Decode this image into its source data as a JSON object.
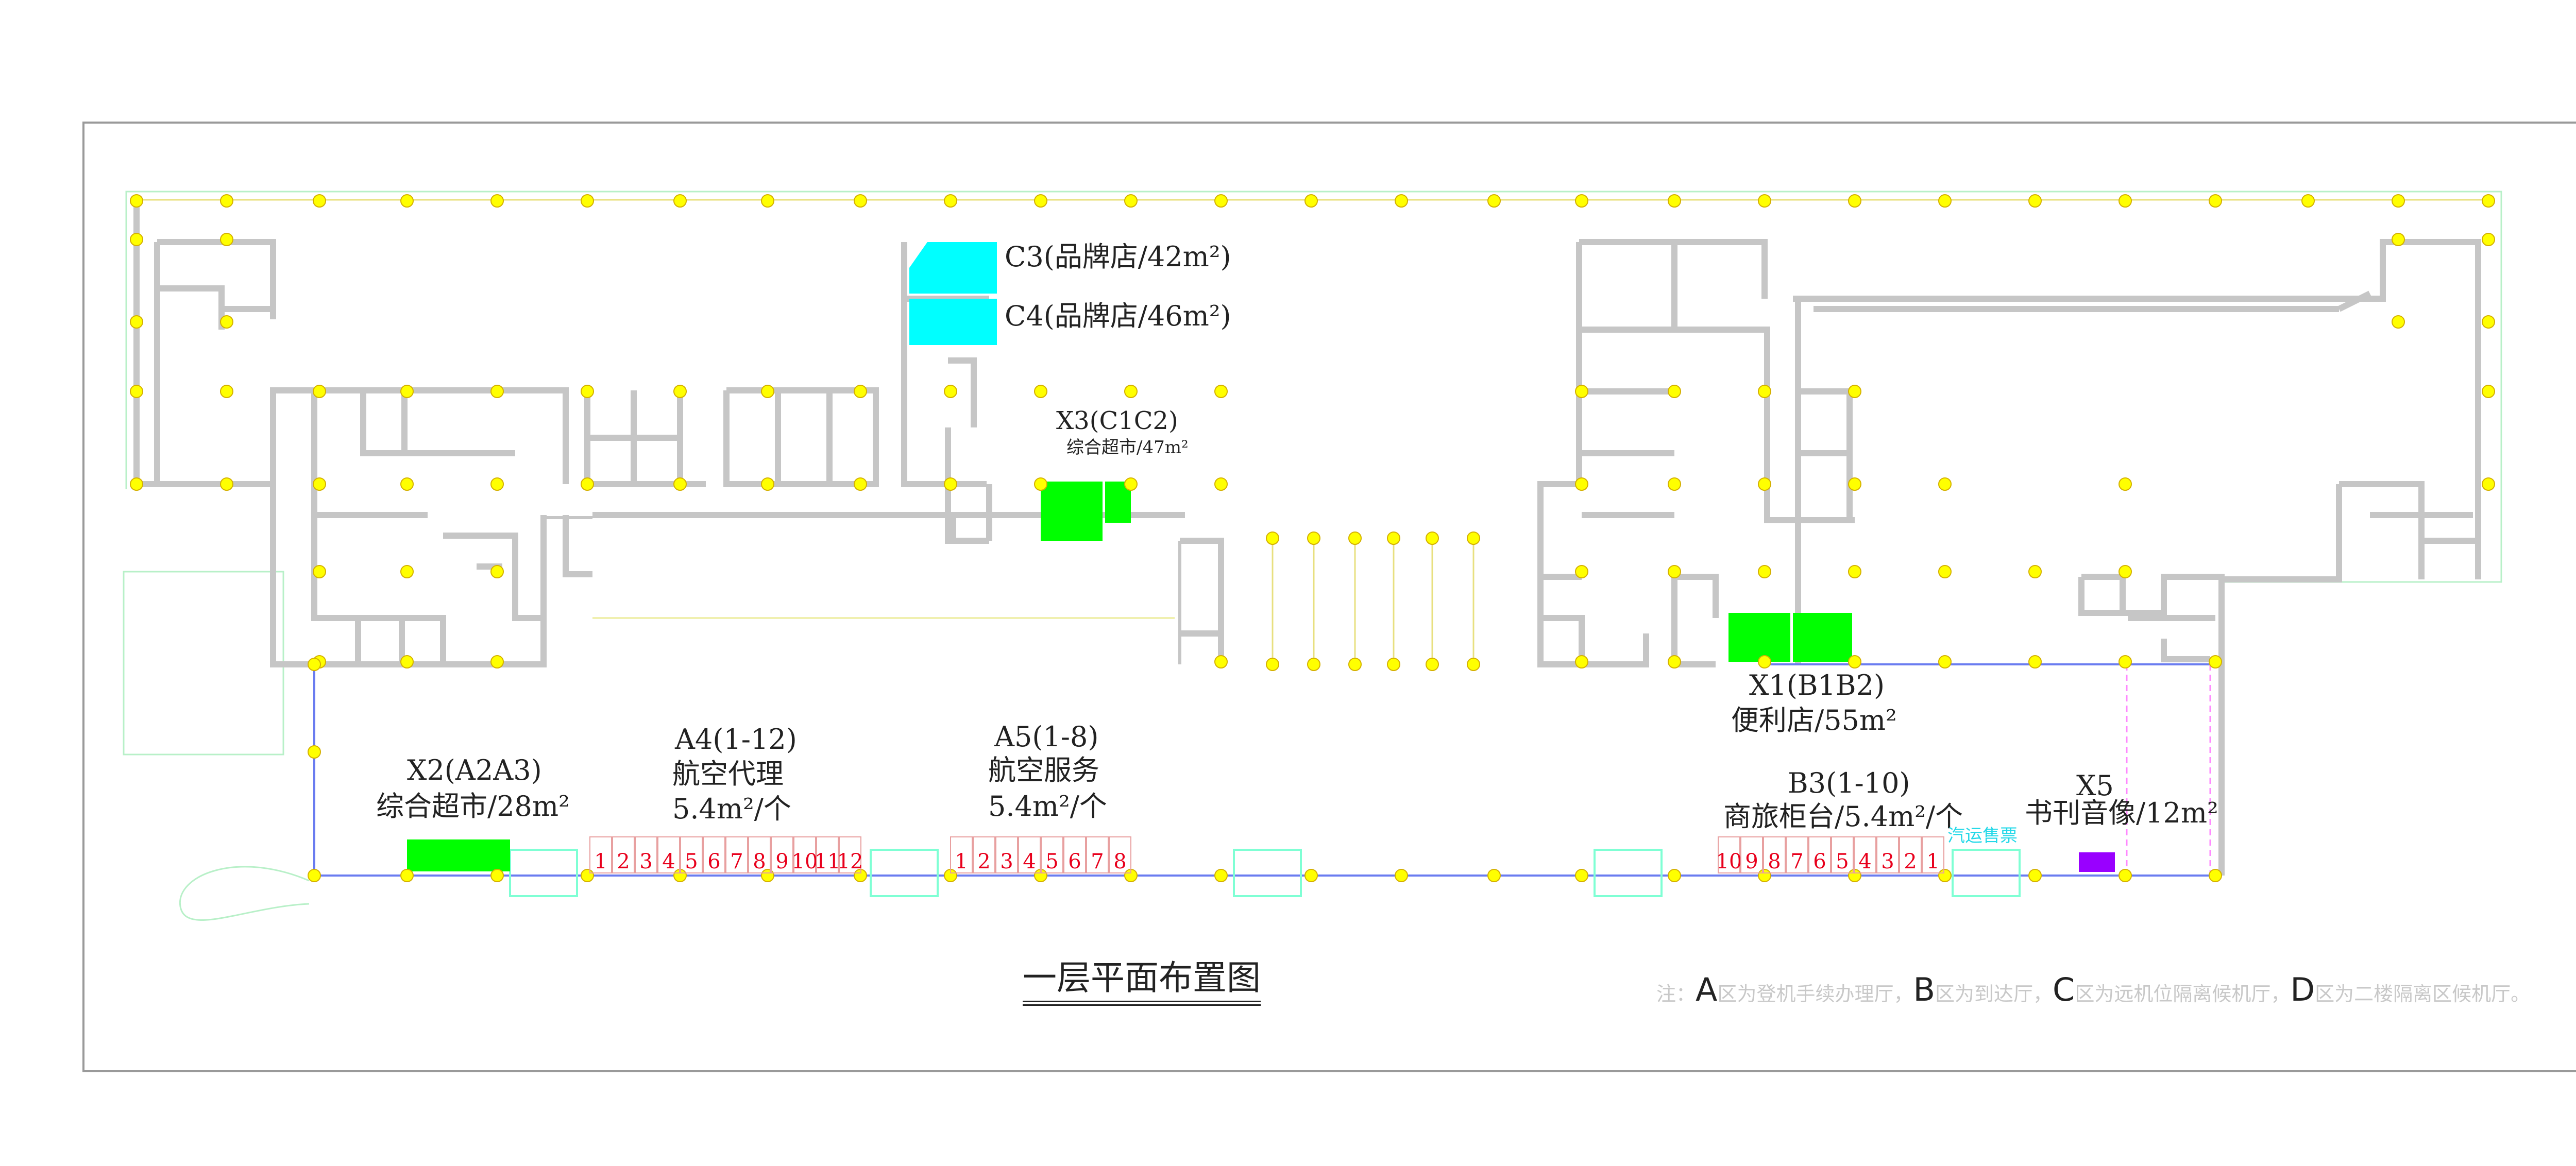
{
  "title": "一层平面布置图",
  "note": {
    "prefix": "注：",
    "items": [
      {
        "letter": "A",
        "text": "区为登机手续办理厅，"
      },
      {
        "letter": "B",
        "text": "区为到达厅，"
      },
      {
        "letter": "C",
        "text": "区为远机位隔离候机厅，"
      },
      {
        "letter": "D",
        "text": "区为二楼隔离区候机厅。"
      }
    ]
  },
  "shops": {
    "c3": "C3(品牌店/42m²)",
    "c4": "C4(品牌店/46m²)",
    "x3": {
      "code": "X3(C1C2)",
      "desc": "综合超市/47m²"
    },
    "x1": {
      "code": "X1(B1B2)",
      "desc": "便利店/55m²"
    },
    "x2": {
      "code": "X2(A2A3)",
      "desc": "综合超市/28m²"
    },
    "a4": {
      "code": "A4(1-12)",
      "name": "航空代理",
      "size": "5.4m²/个"
    },
    "a5": {
      "code": "A5(1-8)",
      "name": "航空服务",
      "size": "5.4m²/个"
    },
    "b3": {
      "code": "B3(1-10)",
      "desc": "商旅柜台/5.4m²/个"
    },
    "x5": {
      "code": "X5",
      "desc": "书刊音像/12m²"
    },
    "bus": "汽运售票"
  },
  "counters": {
    "a4": [
      "1",
      "2",
      "3",
      "4",
      "5",
      "6",
      "7",
      "8",
      "9",
      "10",
      "11",
      "12"
    ],
    "a5": [
      "1",
      "2",
      "3",
      "4",
      "5",
      "6",
      "7",
      "8"
    ],
    "b3": [
      "10",
      "9",
      "8",
      "7",
      "6",
      "5",
      "4",
      "3",
      "2",
      "1"
    ]
  },
  "colors": {
    "wall": "#c6c6c6",
    "column": "#ffff00",
    "green_shop": "#00ff00",
    "cyan_shop": "#00ffff",
    "purple_shop": "#9900ff",
    "counter_text": "#e8001c",
    "outline_green": "#7fffd4"
  }
}
